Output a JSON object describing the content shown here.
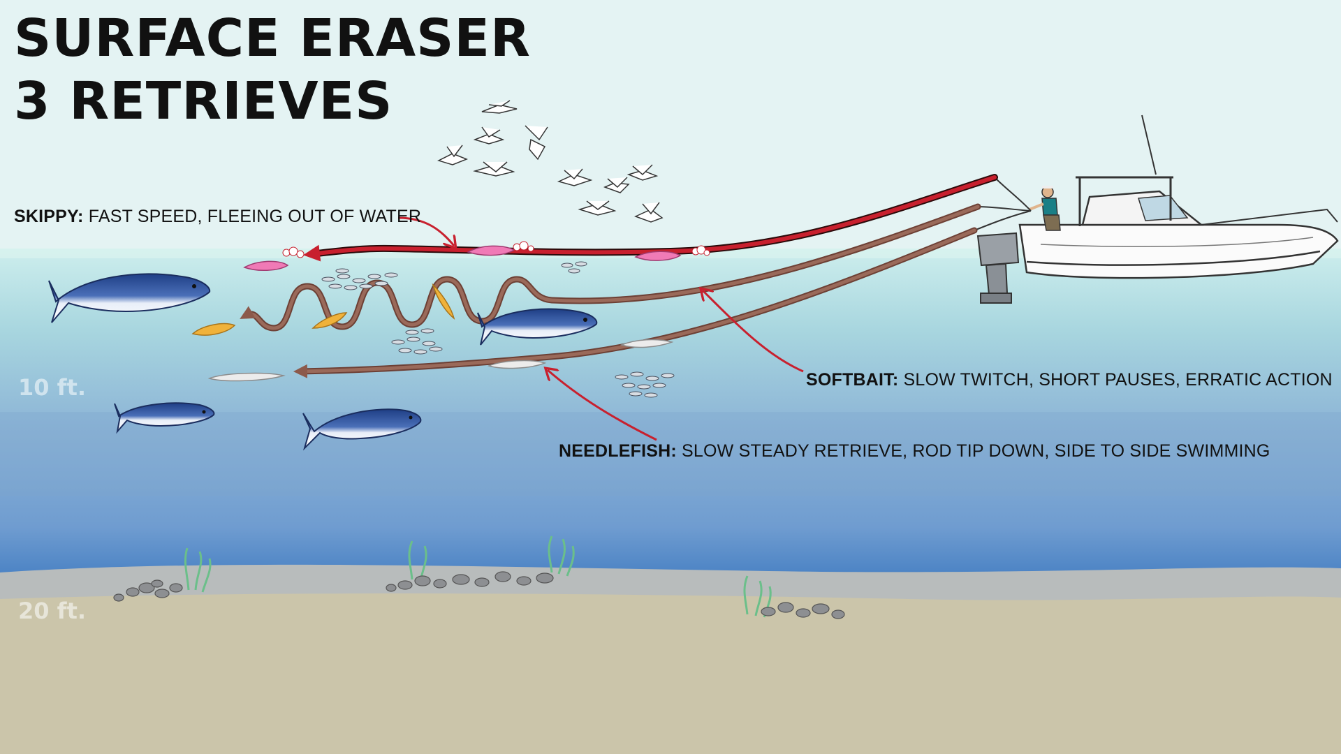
{
  "title": {
    "line1": "SURFACE ERASER",
    "line2": "3 RETRIEVES"
  },
  "retrieves": {
    "skippy": {
      "name": "SKIPPY:",
      "description": "FAST SPEED, FLEEING OUT OF WATER",
      "lure_color": "#f07ab6",
      "line_color": "#c8202e"
    },
    "softbait": {
      "name": "SOFTBAIT:",
      "description": "SLOW TWITCH, SHORT PAUSES, ERRATIC ACTION",
      "lure_color": "#f0b23a",
      "line_color": "#8c5a4b"
    },
    "needlefish": {
      "name": "NEEDLEFISH:",
      "description": "SLOW STEADY RETRIEVE, ROD TIP DOWN, SIDE TO SIDE SWIMMING",
      "lure_color": "#ececec",
      "line_color": "#8c5a4b"
    }
  },
  "depths": {
    "mid": "10 ft.",
    "bottom": "20 ft."
  },
  "colors": {
    "sky": "#e4f3f3",
    "water_top": "#bfe6e4",
    "water_deep": "#4f86c2",
    "sand": "#cbc5aa",
    "arrow_red": "#c8202e"
  },
  "icons": [
    "tuna-fish-icon",
    "seagull-icon",
    "baitfish-school-icon",
    "boat-icon",
    "angler-icon",
    "seaweed-icon",
    "rocks-icon"
  ]
}
